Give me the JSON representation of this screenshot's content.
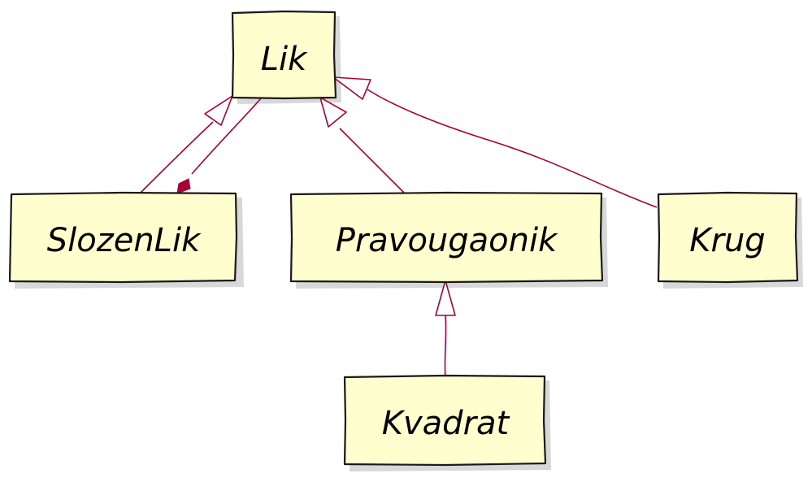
{
  "diagram": {
    "type": "uml-class-diagram",
    "colors": {
      "node_fill": "#FEFECE",
      "node_border": "#1a1a1a",
      "edge": "#A80036"
    },
    "nodes": {
      "lik": "Lik",
      "slozenlik": "SlozenLik",
      "pravougaonik": "Pravougaonik",
      "krug": "Krug",
      "kvadrat": "Kvadrat"
    },
    "relations": [
      {
        "from": "SlozenLik",
        "to": "Lik",
        "kind": "inheritance"
      },
      {
        "from": "Lik",
        "to": "SlozenLik",
        "kind": "composition"
      },
      {
        "from": "Pravougaonik",
        "to": "Lik",
        "kind": "inheritance"
      },
      {
        "from": "Krug",
        "to": "Lik",
        "kind": "inheritance"
      },
      {
        "from": "Kvadrat",
        "to": "Pravougaonik",
        "kind": "inheritance"
      }
    ]
  }
}
